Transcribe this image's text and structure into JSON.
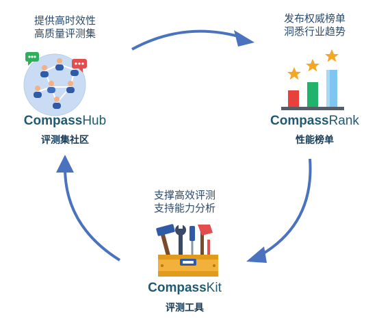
{
  "hub": {
    "caption": [
      "提供高时效性",
      "高质量评测集"
    ],
    "brand": "Compass",
    "brand_suffix": "Hub",
    "subtitle": "评测集社区"
  },
  "rank": {
    "caption": [
      "发布权威榜单",
      "洞悉行业趋势"
    ],
    "brand": "Compass",
    "brand_suffix": "Rank",
    "subtitle": "性能榜单"
  },
  "kit": {
    "caption": [
      "支撑高效评测",
      "支持能力分析"
    ],
    "brand": "Compass",
    "brand_suffix": "Kit",
    "subtitle": "评测工具"
  },
  "icons": {
    "hub": "community-network-icon",
    "rank": "ranking-bars-stars-icon",
    "kit": "toolbox-icon"
  },
  "colors": {
    "arrow": "#4a72bf",
    "brand": "#1f5a72",
    "caption": "#2b4a6b",
    "bar_red": "#e8413c",
    "bar_green": "#21b36b",
    "bar_blue": "#7ec6f0",
    "star": "#f5a623"
  }
}
